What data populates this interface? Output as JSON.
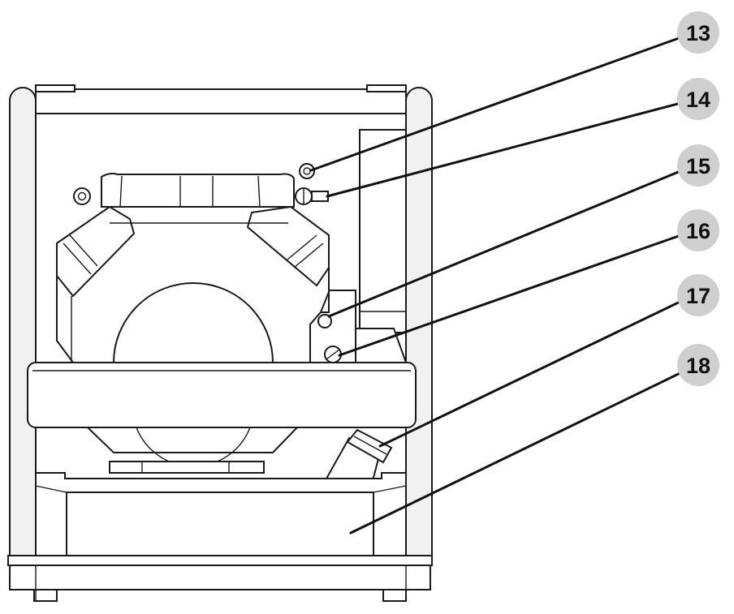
{
  "callouts": [
    {
      "label": "13"
    },
    {
      "label": "14"
    },
    {
      "label": "15"
    },
    {
      "label": "16"
    },
    {
      "label": "17"
    },
    {
      "label": "18"
    }
  ],
  "colors": {
    "line": "#1a1a1a",
    "callout_fill": "#cfcfcf",
    "background": "#ffffff"
  }
}
